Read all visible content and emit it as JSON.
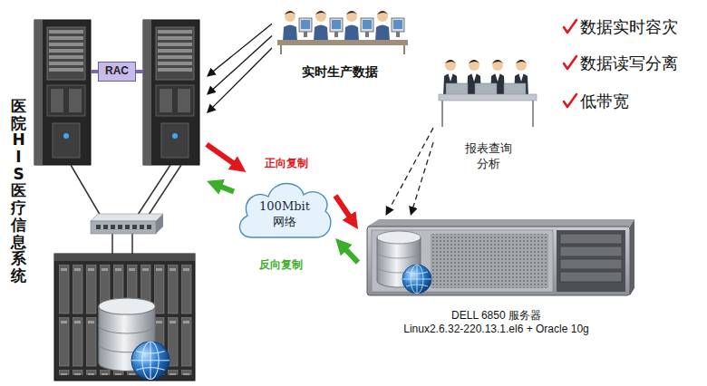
{
  "diagram": {
    "nodes": [
      {
        "text": [
          "医院HIS医疗信息系统"
        ]
      },
      {
        "text": [
          "RAC"
        ],
        "in": 0
      },
      {
        "text": [
          "实时生产数据"
        ]
      },
      {
        "text": [
          "报表查询 分析"
        ]
      },
      {
        "text": [
          "100Mbit 网络"
        ]
      },
      {
        "text": [
          "DELL 6850 服务器",
          "Linux2.6.32-220.13.1.el6 + Oracle 10g"
        ]
      }
    ],
    "edges": [
      {
        "from": 2,
        "to": 0,
        "arrow": "to"
      },
      {
        "from": 2,
        "to": 0,
        "arrow": "to"
      },
      {
        "from": 2,
        "to": 0,
        "arrow": "to"
      },
      {
        "from": 0,
        "to": 4,
        "label": "正向复制",
        "arrow": "to"
      },
      {
        "from": 4,
        "to": 5,
        "arrow": "to"
      },
      {
        "from": 5,
        "to": 4,
        "label": "反向复制",
        "arrow": "to"
      },
      {
        "from": 4,
        "to": 0,
        "arrow": "to"
      },
      {
        "from": 3,
        "to": 5,
        "arrow": "to"
      },
      {
        "from": 3,
        "to": 5,
        "arrow": "to"
      }
    ],
    "labels": [
      "数据实时容灾",
      "数据读写分离",
      "低带宽"
    ]
  }
}
